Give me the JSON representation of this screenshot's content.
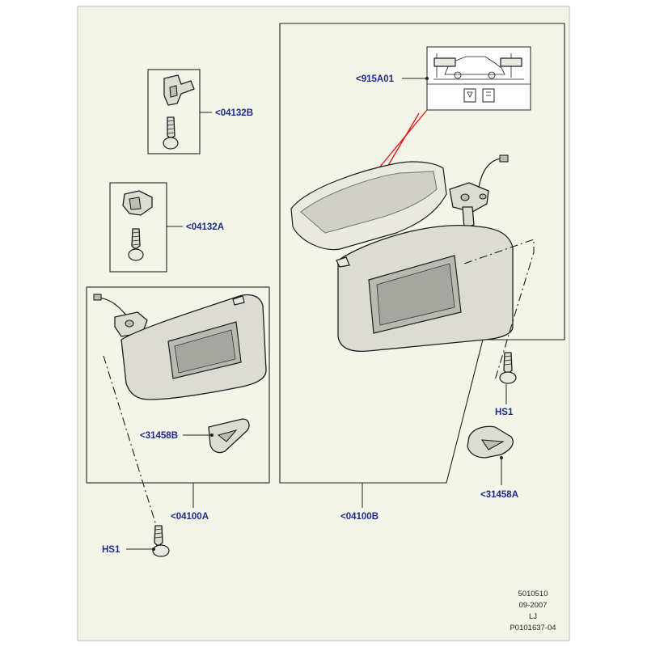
{
  "callouts": {
    "c915A01": "<915A01",
    "c04132B": "<04132B",
    "c04132A": "<04132A",
    "c31458B": "<31458B",
    "c04100A": "<04100A",
    "hs1_left": "HS1",
    "hs1_right": "HS1",
    "c04100B": "<04100B",
    "c31458A": "<31458A"
  },
  "footer": {
    "line1": "5010510",
    "line2": "09-2007",
    "line3": "LJ",
    "line4": "P0101637-04"
  },
  "colors": {
    "callout_text": "#1c2a8a",
    "highlight_leader": "#dd1111",
    "paper": "#f3f5e9"
  }
}
